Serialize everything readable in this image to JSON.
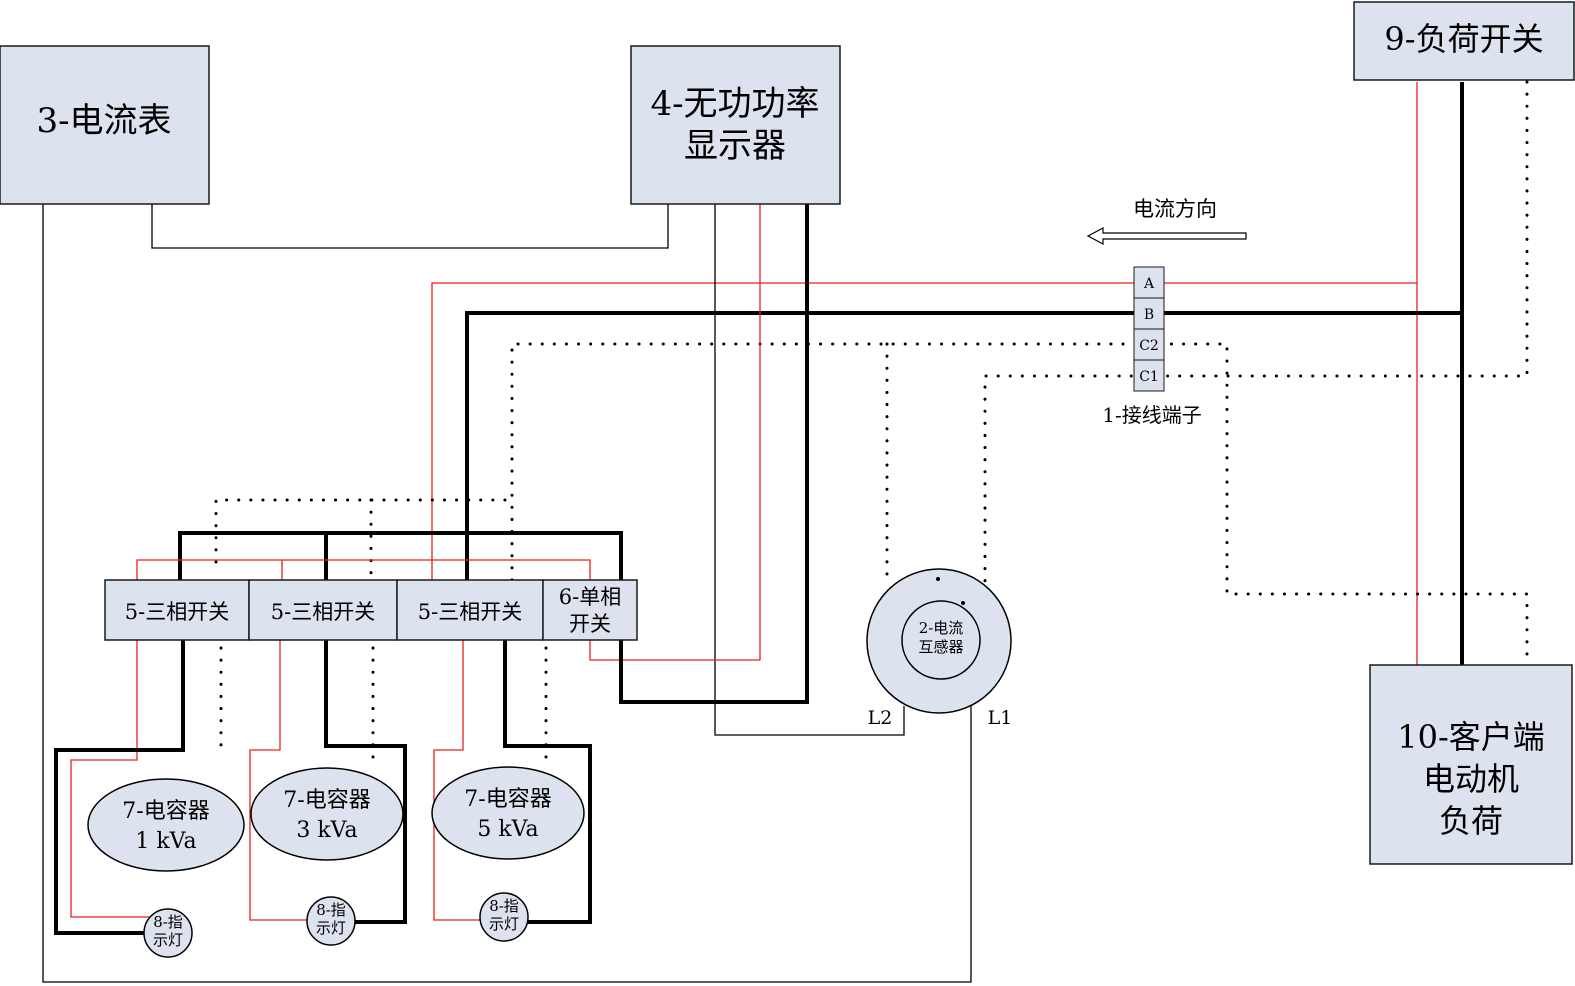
{
  "components": {
    "ammeter": "3-电流表",
    "reactive_display": [
      "4-无功功率",
      "显示器"
    ],
    "load_switch": "9-负荷开关",
    "client_motor": [
      "10-客户端",
      "电动机",
      "负荷"
    ],
    "terminal_block": {
      "label": "1-接线端子",
      "terminals": [
        "A",
        "B",
        "C2",
        "C1"
      ]
    },
    "current_transformer": {
      "label": [
        "2-电流",
        "互感器"
      ],
      "lead_l2": "L2",
      "lead_l1": "L1"
    },
    "three_phase_switch": "5-三相开关",
    "single_phase_switch": [
      "6-单相",
      "开关"
    ],
    "capacitors": [
      {
        "name": "7-电容器",
        "rating": "1 kVa"
      },
      {
        "name": "7-电容器",
        "rating": "3 kVa"
      },
      {
        "name": "7-电容器",
        "rating": "5 kVa"
      }
    ],
    "indicator_lamp": [
      "8-指",
      "示灯"
    ]
  },
  "current_direction": "电流方向",
  "colors": {
    "box_fill": "#dde3ee",
    "phase_a_wire": "#e8201c",
    "phase_b_wire": "#000000"
  }
}
